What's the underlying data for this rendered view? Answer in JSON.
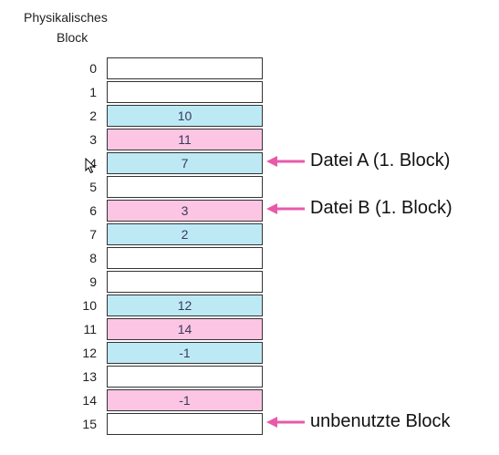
{
  "header": {
    "line1": "Physikalisches",
    "line2": "Block"
  },
  "rows": [
    {
      "index": "0",
      "value": "",
      "group": "none"
    },
    {
      "index": "1",
      "value": "",
      "group": "none"
    },
    {
      "index": "2",
      "value": "10",
      "group": "a"
    },
    {
      "index": "3",
      "value": "11",
      "group": "b"
    },
    {
      "index": "4",
      "value": "7",
      "group": "a"
    },
    {
      "index": "5",
      "value": "",
      "group": "none"
    },
    {
      "index": "6",
      "value": "3",
      "group": "b"
    },
    {
      "index": "7",
      "value": "2",
      "group": "a"
    },
    {
      "index": "8",
      "value": "",
      "group": "none"
    },
    {
      "index": "9",
      "value": "",
      "group": "none"
    },
    {
      "index": "10",
      "value": "12",
      "group": "a"
    },
    {
      "index": "11",
      "value": "14",
      "group": "b"
    },
    {
      "index": "12",
      "value": "-1",
      "group": "a"
    },
    {
      "index": "13",
      "value": "",
      "group": "none"
    },
    {
      "index": "14",
      "value": "-1",
      "group": "b"
    },
    {
      "index": "15",
      "value": "",
      "group": "none"
    }
  ],
  "annotations": [
    {
      "row": 4,
      "label": "Datei A (1. Block)"
    },
    {
      "row": 6,
      "label": "Datei B (1. Block)"
    },
    {
      "row": 15,
      "label": "unbenutzte Block"
    }
  ],
  "colors": {
    "file_a": "#bde9f5",
    "file_b": "#fbc5e3",
    "arrow": "#e85aa8"
  }
}
